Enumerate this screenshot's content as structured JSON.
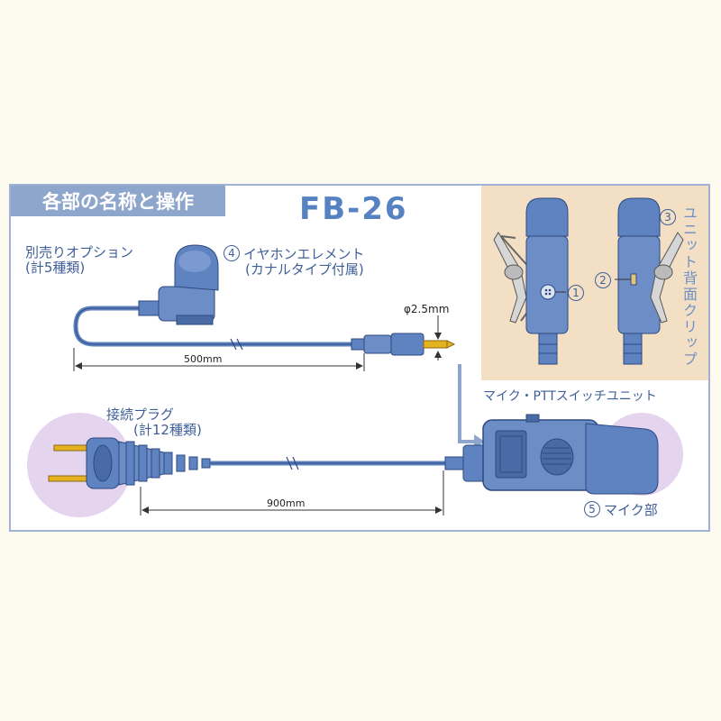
{
  "header": {
    "title": "各部の名称と操作",
    "model": "FB-26"
  },
  "callouts": {
    "option_line1": "別売りオプション",
    "option_line2": "(計5種類)",
    "earphone_num": "4",
    "earphone_line1": "イヤホンエレメント",
    "earphone_line2": "(カナルタイプ付属)",
    "plug_diameter": "φ2.5mm",
    "cord1_length": "500mm",
    "plug_line1": "接続プラグ",
    "plug_line2": "(計12種類)",
    "cord2_length": "900mm",
    "unit_name": "マイク・PTTスイッチユニット",
    "mic_num": "5",
    "mic_label": "マイク部",
    "inset_num1": "1",
    "inset_num2": "2",
    "inset_num3": "3",
    "clip_label": "ユニット背面クリップ"
  },
  "colors": {
    "body_blue": "#5f82c0",
    "accent_blue": "#5682c2",
    "label_blue": "#3f5f99",
    "inset_bg": "#f2dfc4",
    "highlight_purple": "#e4d4ee",
    "plug_gold": "#e6b320"
  }
}
